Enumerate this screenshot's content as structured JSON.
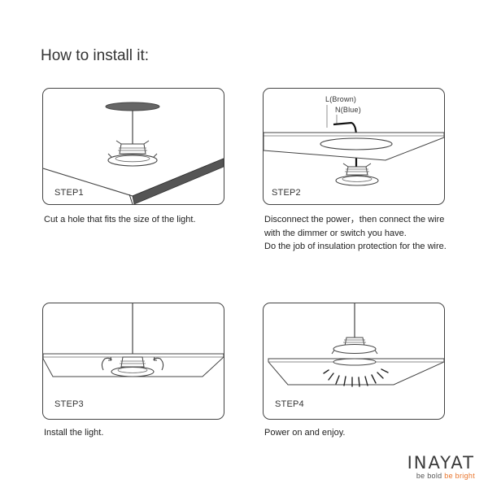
{
  "title": "How to install it:",
  "steps": [
    {
      "label": "STEP1",
      "caption": [
        "Cut a hole that fits the size of the light."
      ]
    },
    {
      "label": "STEP2",
      "caption": [
        "Disconnect the power，then connect the wire",
        "with the dimmer or switch you have.",
        "Do the job of insulation protection for the wire."
      ],
      "wire_labels": {
        "live": "L(Brown)",
        "neutral": "N(Blue)"
      }
    },
    {
      "label": "STEP3",
      "caption": [
        "Install the light."
      ]
    },
    {
      "label": "STEP4",
      "caption": [
        "Power on and enjoy."
      ]
    }
  ],
  "brand": {
    "name": "INAYAT",
    "tagline_part1": "be bold ",
    "tagline_part2": "be bright",
    "accent_color": "#e8742b"
  }
}
